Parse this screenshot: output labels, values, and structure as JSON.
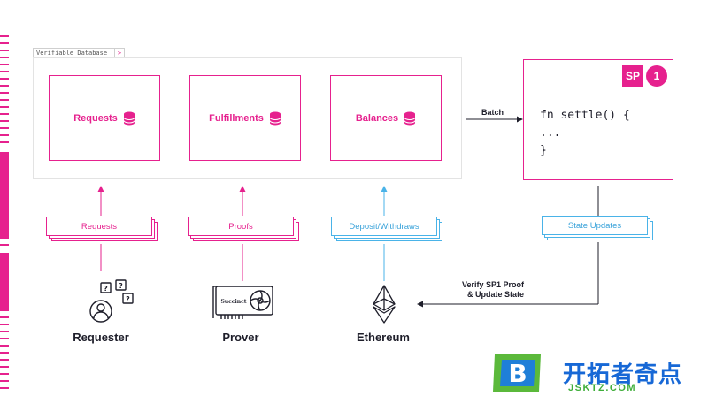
{
  "database": {
    "tab_label": "Verifiable Database",
    "tab_icon": "chevron-right-icon",
    "stores": [
      {
        "label": "Requests",
        "icon": "database-icon"
      },
      {
        "label": "Fulfillments",
        "icon": "database-icon"
      },
      {
        "label": "Balances",
        "icon": "database-icon"
      }
    ]
  },
  "batch_label": "Batch",
  "sp1": {
    "badge_text": "SP",
    "badge_number": "1",
    "code_line1": "fn settle() {",
    "code_line2": "...",
    "code_line3": "}"
  },
  "flows": {
    "requests_label": "Requests",
    "proofs_label": "Proofs",
    "deposit_label": "Deposit/Withdraws",
    "state_updates_label": "State Updates",
    "verify_line1": "Verify SP1 Proof",
    "verify_line2": "& Update State"
  },
  "actors": {
    "requester": "Requester",
    "prover": "Prover",
    "ethereum": "Ethereum",
    "gpu_brand": "Succinct"
  },
  "watermark": {
    "logo_letter": "B",
    "chinese": "开拓者奇点",
    "url": "JSKTZ.COM"
  },
  "colors": {
    "accent": "#e6218e",
    "secondary": "#4ab3e8",
    "text": "#1e1e2a"
  }
}
